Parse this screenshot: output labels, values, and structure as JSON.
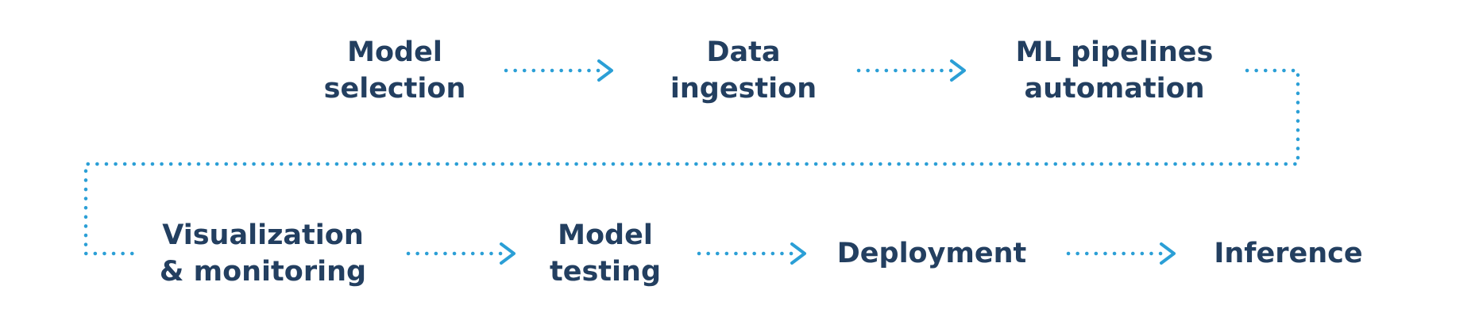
{
  "colors": {
    "text": "#233f60",
    "connector": "#2b9fd6"
  },
  "steps": [
    {
      "id": "model-selection",
      "lines": [
        "Model",
        "selection"
      ]
    },
    {
      "id": "data-ingestion",
      "lines": [
        "Data",
        "ingestion"
      ]
    },
    {
      "id": "ml-pipelines-automation",
      "lines": [
        "ML pipelines",
        "automation"
      ]
    },
    {
      "id": "visualization-monitoring",
      "lines": [
        "Visualization",
        "& monitoring"
      ]
    },
    {
      "id": "model-testing",
      "lines": [
        "Model",
        "testing"
      ]
    },
    {
      "id": "deployment",
      "lines": [
        "Deployment"
      ]
    },
    {
      "id": "inference",
      "lines": [
        "Inference"
      ]
    }
  ],
  "connectors": [
    {
      "from": "model-selection",
      "to": "data-ingestion",
      "style": "dotted-arrow"
    },
    {
      "from": "data-ingestion",
      "to": "ml-pipelines-automation",
      "style": "dotted-arrow"
    },
    {
      "from": "ml-pipelines-automation",
      "to": "visualization-monitoring",
      "style": "dotted-elbow"
    },
    {
      "from": "visualization-monitoring",
      "to": "model-testing",
      "style": "dotted-arrow"
    },
    {
      "from": "model-testing",
      "to": "deployment",
      "style": "dotted-arrow"
    },
    {
      "from": "deployment",
      "to": "inference",
      "style": "dotted-arrow"
    }
  ]
}
